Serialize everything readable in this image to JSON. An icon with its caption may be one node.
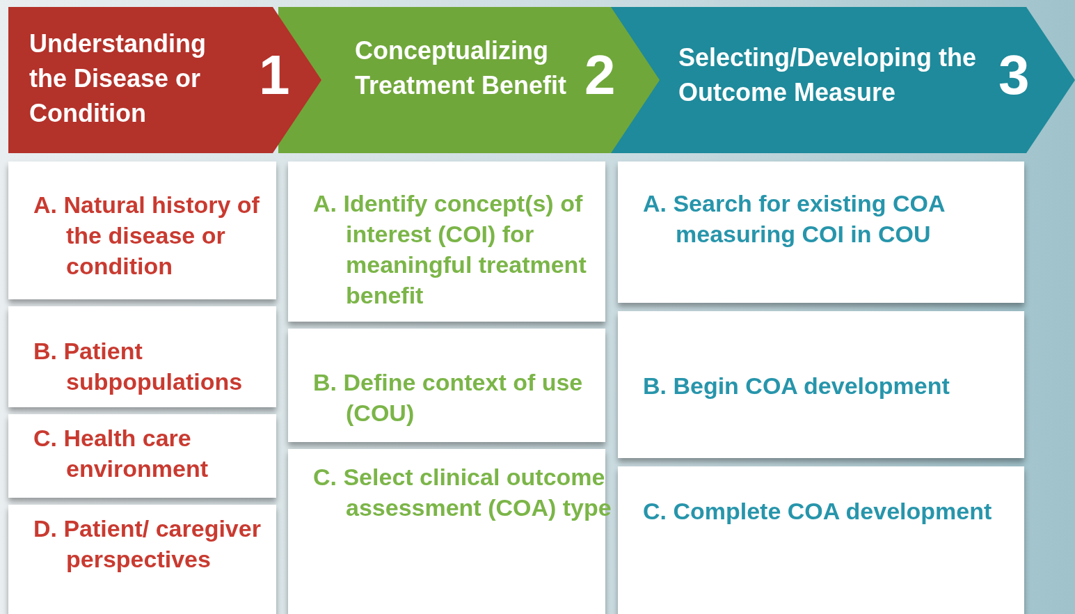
{
  "diagram": {
    "nodes": [
      {
        "text": [
          "Understanding the Disease or Condition",
          "1"
        ]
      },
      {
        "text": [
          "Conceptualizing Treatment Benefit",
          "2"
        ]
      },
      {
        "text": [
          "Selecting/Developing the Outcome Measure",
          "3"
        ]
      },
      {
        "text": [
          "A. Natural history of the disease or condition"
        ]
      },
      {
        "text": [
          "B. Patient subpopulations"
        ]
      },
      {
        "text": [
          "C. Health care environment"
        ]
      },
      {
        "text": [
          "D. Patient/ caregiver perspectives"
        ]
      },
      {
        "text": [
          "A. Identify concept(s) of interest (COI) for meaningful treatment benefit"
        ]
      },
      {
        "text": [
          "B. Define context of use (COU)"
        ]
      },
      {
        "text": [
          "C. Select clinical outcome assessment (COA) type"
        ]
      },
      {
        "text": [
          "A. Search for existing COA measuring COI in COU"
        ]
      },
      {
        "text": [
          "B. Begin COA development"
        ]
      },
      {
        "text": [
          "C. Complete COA development"
        ]
      }
    ]
  }
}
